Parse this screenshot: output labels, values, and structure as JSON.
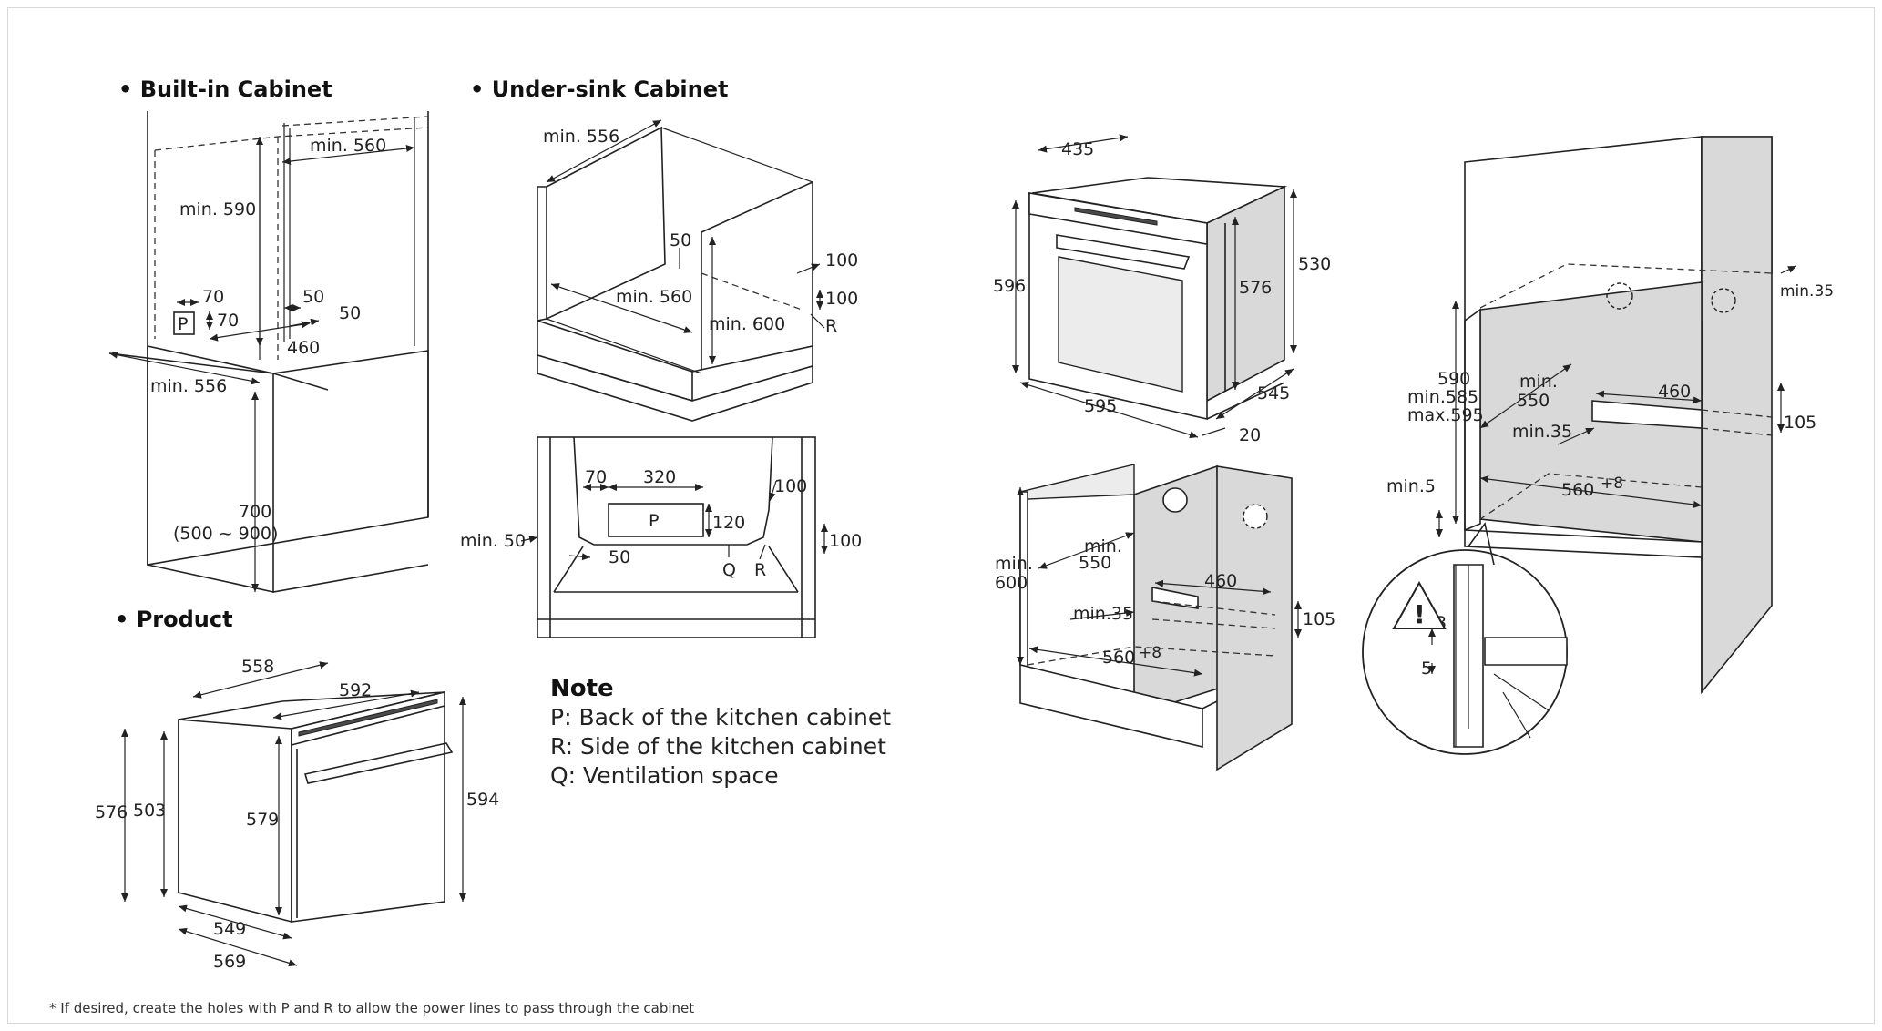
{
  "sections": {
    "built_in": "• Built-in Cabinet",
    "under_sink": "• Under-sink Cabinet",
    "product": "• Product"
  },
  "built_in_dims": {
    "d1": "min. 560",
    "d2": "min. 590",
    "d3": "70",
    "d4": "70",
    "d5": "P",
    "d6": "50",
    "d7": "50",
    "d8": "460",
    "d9": "min. 556",
    "d10": "700",
    "d11": "(500 ~ 900)"
  },
  "under_sink_dims": {
    "d1": "min. 556",
    "d2": "50",
    "d3": "min. 560",
    "d4": "min. 600",
    "d5": "100",
    "d6": "100",
    "d7": "R"
  },
  "plan_dims": {
    "d1": "70",
    "d2": "320",
    "d3": "100",
    "d4": "P",
    "d5": "120",
    "d6": "min. 50",
    "d7": "50",
    "d8": "Q",
    "d9": "R",
    "d10": "100"
  },
  "product_dims": {
    "d1": "558",
    "d2": "592",
    "d3": "576",
    "d4": "503",
    "d5": "579",
    "d6": "594",
    "d7": "549",
    "d8": "569"
  },
  "note": {
    "title": "Note",
    "line1": "P: Back of the kitchen cabinet",
    "line2": "R: Side of the kitchen cabinet",
    "line3": "Q: Ventilation space"
  },
  "oven_dims": {
    "d1": "435",
    "d2": "596",
    "d3": "576",
    "d4": "530",
    "d5": "595",
    "d6": "545",
    "d7": "20"
  },
  "cab_dims": {
    "d1": "min.",
    "d2": "550",
    "d3": "min.",
    "d4": "600",
    "d5": "460",
    "d6": "min.35",
    "d7": "105",
    "d8": "560",
    "d9": "+8"
  },
  "tall_dims": {
    "d1": "min.35",
    "d2": "590",
    "d3": "min.585",
    "d4": "max.595",
    "d5": "min.",
    "d6": "550",
    "d7": "460",
    "d8": "105",
    "d9": "min.35",
    "d10": "min.5",
    "d11": "560",
    "d12": "+8",
    "d13": "3",
    "d14": "5",
    "d15": "!"
  },
  "footnote": "* If desired, create the holes with P and R to allow the power lines to pass through the cabinet"
}
